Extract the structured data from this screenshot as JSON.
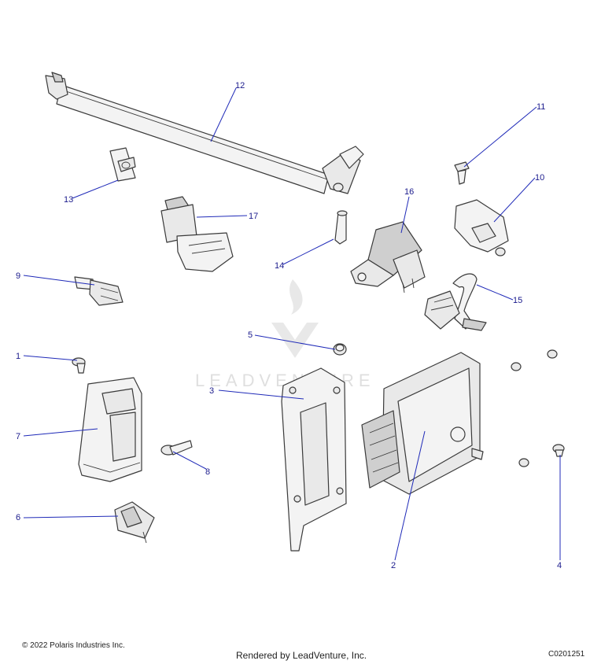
{
  "diagram": {
    "callouts": [
      {
        "num": "1"
      },
      {
        "num": "2"
      },
      {
        "num": "3"
      },
      {
        "num": "4"
      },
      {
        "num": "5"
      },
      {
        "num": "6"
      },
      {
        "num": "7"
      },
      {
        "num": "8"
      },
      {
        "num": "9"
      },
      {
        "num": "10"
      },
      {
        "num": "11"
      },
      {
        "num": "12"
      },
      {
        "num": "13"
      },
      {
        "num": "14"
      },
      {
        "num": "15"
      },
      {
        "num": "16"
      },
      {
        "num": "17"
      }
    ],
    "watermark": "LEADVENTURE"
  },
  "footer": {
    "copyright": "© 2022 Polaris Industries Inc.",
    "rendered_by": "Rendered by LeadVenture, Inc.",
    "code": "C0201251"
  },
  "colors": {
    "leader_line": "#1f2ab8",
    "callout_text": "#1a1a8c",
    "part_fill": "#e9e9e9",
    "part_stroke": "#3a3a3a"
  }
}
